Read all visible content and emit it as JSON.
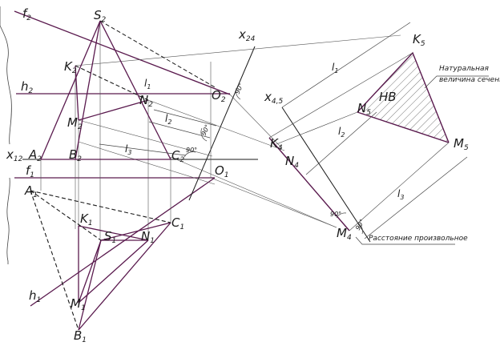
{
  "colors": {
    "ink": "#1a1a1a",
    "edge": "#5a1a4e",
    "thin": "#444444",
    "hatch": "#555555"
  },
  "points": {
    "S2": "S",
    "S2sub": "2",
    "K2": "K",
    "K2sub": "2",
    "M2": "M",
    "M2sub": "2",
    "N2": "N",
    "N2sub": "2",
    "O2": "O",
    "O2sub": "2",
    "A2": "A",
    "A2sub": "2",
    "B2": "B",
    "B2sub": "2",
    "C2": "C",
    "C2sub": "2",
    "O1": "O",
    "O1sub": "1",
    "A1": "A",
    "A1sub": "1",
    "K1": "K",
    "K1sub": "1",
    "S1": "S",
    "S1sub": "1",
    "N1": "N",
    "N1sub": "1",
    "C1": "C",
    "C1sub": "1",
    "M1": "M",
    "M1sub": "1",
    "B1": "B",
    "B1sub": "1",
    "K4": "K",
    "K4sub": "4",
    "N4": "N",
    "N4sub": "4",
    "M4": "M",
    "M4sub": "4",
    "K5": "K",
    "K5sub": "5",
    "N5": "N",
    "N5sub": "5",
    "M5": "M",
    "M5sub": "5"
  },
  "traces": {
    "f2": "f",
    "f2sub": "2",
    "h2": "h",
    "h2sub": "2",
    "f1": "f",
    "f1sub": "1",
    "h1": "h",
    "h1sub": "1"
  },
  "axes": {
    "x12": "x",
    "x12sub": "12",
    "x24": "x",
    "x24sub": "24",
    "x45": "x",
    "x45sub": "4,5"
  },
  "distances": {
    "l1": "l",
    "l1sub": "1",
    "l2": "l",
    "l2sub": "2",
    "l3": "l",
    "l3sub": "3"
  },
  "angles": {
    "a1": "90°",
    "a2": "90°",
    "a3": "90°",
    "a4": "90°",
    "a5": "90°"
  },
  "annotations": {
    "hb": "НВ",
    "true_size_line1": "Натуральная",
    "true_size_line2": "величина сечения",
    "arbitrary_distance": "Расстояние произвольное"
  }
}
